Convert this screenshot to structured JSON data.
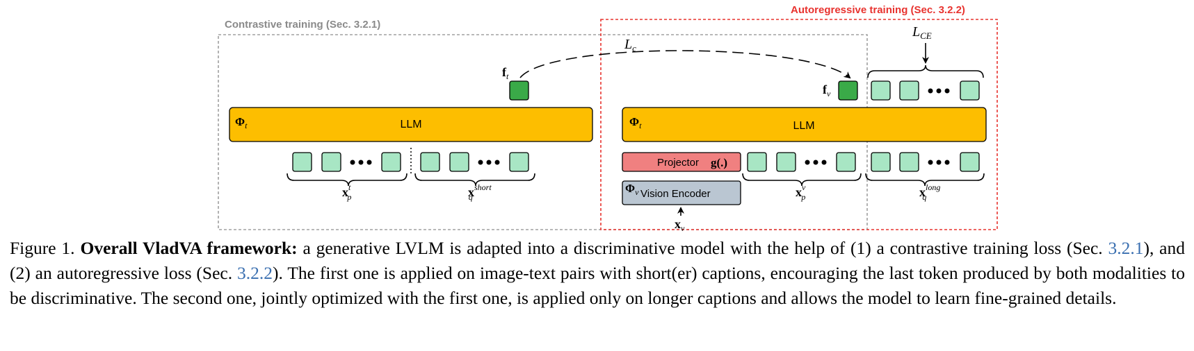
{
  "regions": {
    "contrastive_label": "Contrastive training (Sec. 3.2.1)",
    "autoregressive_label": "Autoregressive training (Sec. 3.2.2)",
    "contrastive_color": "#a0a0a0",
    "autoregressive_color": "#e8332f"
  },
  "loss": {
    "contrastive_symbol": "L",
    "contrastive_sub": "c",
    "ce_symbol": "L",
    "ce_sub": "CE"
  },
  "features": {
    "text_symbol": "f",
    "text_sub": "t",
    "vision_symbol": "f",
    "vision_sub": "v",
    "color": "#3aaa48"
  },
  "llm_left": {
    "label": "LLM",
    "param_symbol": "Φ",
    "param_sub": "t"
  },
  "llm_right": {
    "label": "LLM",
    "param_symbol": "Φ",
    "param_sub": "t"
  },
  "projector": {
    "label": "Projector",
    "fn": "g(.)"
  },
  "vision_encoder": {
    "label": "Vision Encoder",
    "param_symbol": "Φ",
    "param_sub": "v"
  },
  "inputs": {
    "xpt": {
      "base": "x",
      "sub": "p",
      "sup": "t"
    },
    "xqshort": {
      "base": "x",
      "sub": "q",
      "sup": "short"
    },
    "xpv": {
      "base": "x",
      "sub": "p",
      "sup": "v"
    },
    "xqlong": {
      "base": "x",
      "sub": "q",
      "sup": "long"
    },
    "xv": {
      "base": "x",
      "sub": "v"
    }
  },
  "colors": {
    "llm": "#fdbe00",
    "token_fill": "#a8e6c4",
    "projector": "#f08080",
    "vision_encoder": "#bac6d2"
  },
  "caption": {
    "label": "Figure 1.",
    "bold": "Overall VladVA framework:",
    "t1": " a generative LVLM is adapted into a discriminative model with the help of (1) a contrastive training loss (Sec. ",
    "ref1": "3.2.1",
    "t2": "), and (2) an autoregressive loss (Sec. ",
    "ref2": "3.2.2",
    "t3": "). The first one is applied on image-text pairs with short(er) captions, encouraging the last token produced by both modalities to be discriminative. The second one, jointly optimized with the first one, is applied only on longer captions and allows the model to learn fine-grained details."
  }
}
